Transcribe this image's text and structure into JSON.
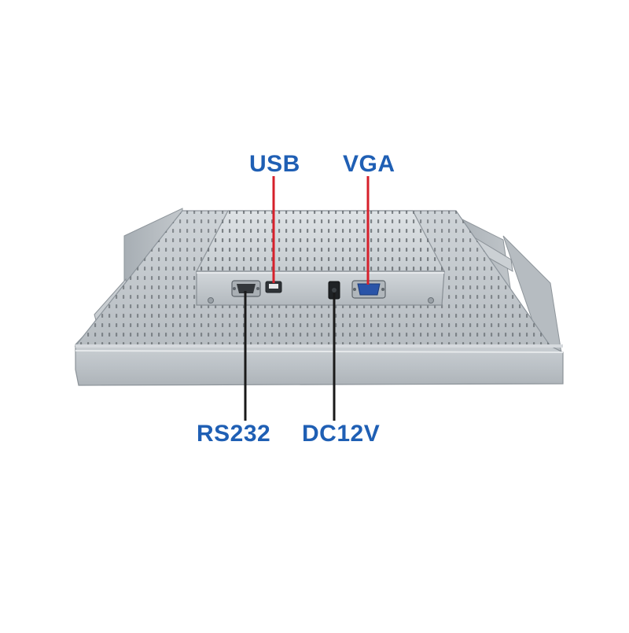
{
  "photo": {
    "subject": "open-frame-monitor-rear",
    "colors": {
      "label": "#1f5fb4",
      "leader_line": "#d6202b",
      "metal_light": "#d9dde0",
      "metal_mid": "#b9bfc4",
      "metal_dark": "#8d959c",
      "hole": "#454a4f",
      "vga_port": "#2a54a8"
    }
  },
  "callouts": {
    "usb": "USB",
    "vga": "VGA",
    "rs232": "RS232",
    "dc12v": "DC12V"
  }
}
